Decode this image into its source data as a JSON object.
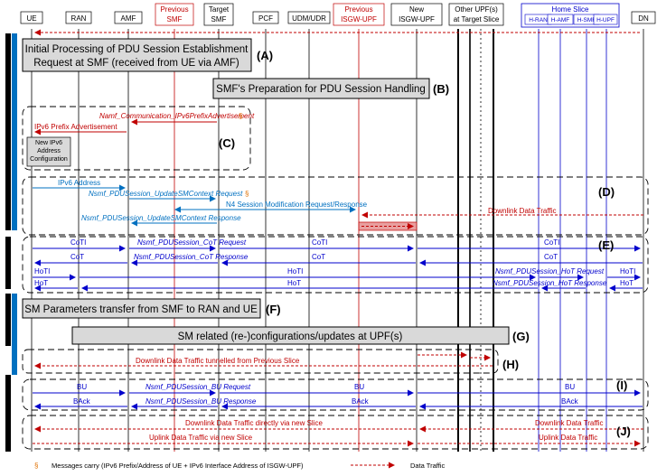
{
  "entities": [
    {
      "label": "UE",
      "color": "#000000"
    },
    {
      "label": "RAN",
      "color": "#000000"
    },
    {
      "label": "AMF",
      "color": "#000000"
    },
    {
      "label": "Previous SMF",
      "color": "#c00000"
    },
    {
      "label": "Target SMF",
      "color": "#000000"
    },
    {
      "label": "PCF",
      "color": "#000000"
    },
    {
      "label": "UDM/UDR",
      "color": "#000000"
    },
    {
      "label": "Previous ISGW-UPF",
      "color": "#c00000"
    },
    {
      "label": "New ISGW-UPF",
      "color": "#000000"
    },
    {
      "label": "Other UPF(s) at Target Slice",
      "color": "#000000"
    },
    {
      "label": "DN",
      "color": "#000000"
    }
  ],
  "home_slice": {
    "title": "Home Slice",
    "items": [
      "H-RAN",
      "H-AMF",
      "H-SMF",
      "H-UPF"
    ]
  },
  "colors": {
    "black": "#000000",
    "red": "#c00000",
    "blue": "#0070c0",
    "navy": "#0000cc",
    "gray": "#d9d9d9",
    "accent_bar": "#0070c0"
  },
  "phases": {
    "A": "(A)",
    "B": "(B)",
    "C": "(C)",
    "D": "(D)",
    "E": "(E)",
    "F": "(F)",
    "G": "(G)",
    "H": "(H)",
    "I": "(I)",
    "J": "(J)"
  },
  "boxes": {
    "A_line1": "Initial Processing of PDU Session Establishment",
    "A_line2": "Request at SMF (received from UE via AMF)",
    "B": "SMF's Preparation for PDU Session Handling",
    "C_line1": "New IPv6",
    "C_line2": "Address",
    "C_line3": "Configuration",
    "F": "SM Parameters transfer from SMF to RAN and UE",
    "G": "SM related (re-)configurations/updates at UPF(s)"
  },
  "messages": {
    "c1": "Namf_Communication_IPv6PrefixAdvertisement",
    "c1_mark": "§",
    "c2": "IPv6 Prefix Advertisement",
    "d1": "IPv6 Address",
    "d2": "Nsmf_PDUSession_UpdateSMContext Request",
    "d2_mark": "§",
    "d3": "N4 Session Modification Request/Response",
    "d4": "Downlink Data Traffic",
    "d5": "Nsmf_PDUSession_UpdateSMContext Response",
    "e_coti": "CoTI",
    "e_cot": "CoT",
    "e_hoti": "HoTI",
    "e_hot": "HoT",
    "e_cot_req": "Nsmf_PDUSession_CoT Request",
    "e_cot_resp": "Nsmf_PDUSession_CoT Response",
    "e_hot_req": "Nsmf_PDUSession_HoT Request",
    "e_hot_resp": "Nsmf_PDUSession_HoT Response",
    "h1": "Downlink Data Traffic tunnelled from Previous Slice",
    "i_bu": "BU",
    "i_back": "BAck",
    "i_bu_req": "Nsmf_PDUSession_BU Request",
    "i_bu_resp": "Nsmf_PDUSession_BU Response",
    "j1": "Downlink Data Traffic directly via new Slice",
    "j1b": "Downlink Data Traffic",
    "j2": "Uplink Data Traffic via new Slice",
    "j2b": "Uplink Data Traffic"
  },
  "legend": {
    "mark": "§",
    "note": "Messages carry (IPv6 Prefix/Address of UE + IPv6 Interface Address of ISGW-UPF)",
    "traffic": "Data Traffic"
  }
}
